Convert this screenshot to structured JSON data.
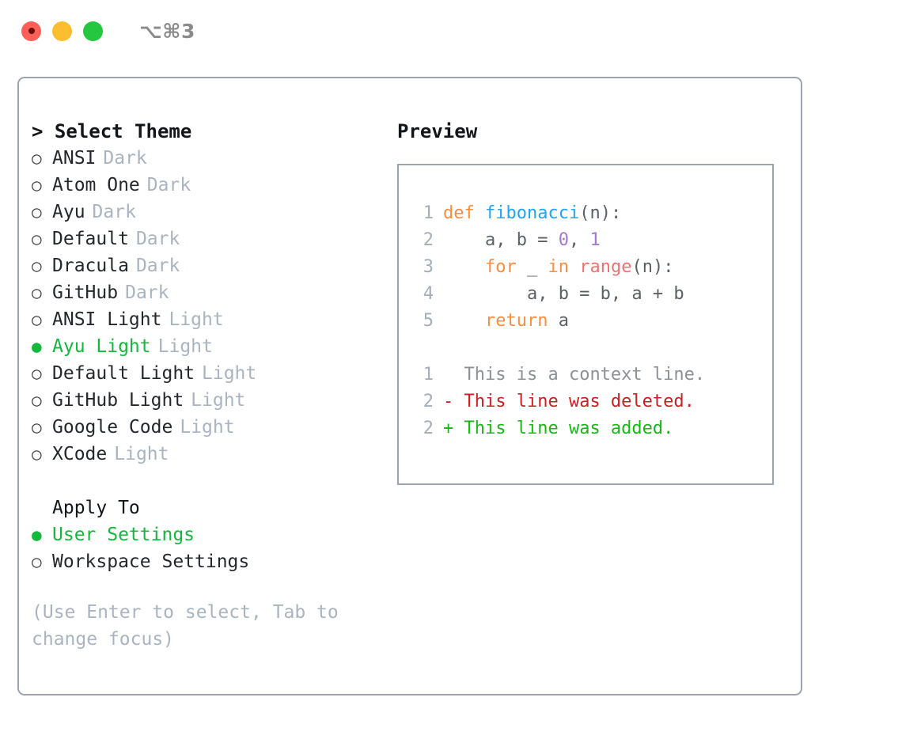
{
  "titlebar": {
    "shortcut": "⌥⌘3",
    "buttons": [
      {
        "name": "close",
        "color": "#fc5f57"
      },
      {
        "name": "minimize",
        "color": "#fcbd2e"
      },
      {
        "name": "zoom",
        "color": "#25c73f"
      }
    ]
  },
  "theme_picker": {
    "heading": "> Select Theme",
    "bullet_selected": "●",
    "bullet_unselected": "○",
    "selected_color": "#14b83c",
    "items": [
      {
        "label": "ANSI",
        "variant": "Dark",
        "selected": false
      },
      {
        "label": "Atom One",
        "variant": "Dark",
        "selected": false
      },
      {
        "label": "Ayu",
        "variant": "Dark",
        "selected": false
      },
      {
        "label": "Default",
        "variant": "Dark",
        "selected": false
      },
      {
        "label": "Dracula",
        "variant": "Dark",
        "selected": false
      },
      {
        "label": "GitHub",
        "variant": "Dark",
        "selected": false
      },
      {
        "label": "ANSI Light",
        "variant": "Light",
        "selected": false
      },
      {
        "label": "Ayu Light",
        "variant": "Light",
        "selected": true
      },
      {
        "label": "Default Light",
        "variant": "Light",
        "selected": false
      },
      {
        "label": "GitHub Light",
        "variant": "Light",
        "selected": false
      },
      {
        "label": "Google Code",
        "variant": "Light",
        "selected": false
      },
      {
        "label": "XCode",
        "variant": "Light",
        "selected": false
      }
    ]
  },
  "apply_to": {
    "heading": "Apply To",
    "items": [
      {
        "label": "User Settings",
        "selected": true
      },
      {
        "label": "Workspace Settings",
        "selected": false
      }
    ]
  },
  "hint": "(Use Enter to select, Tab to change focus)",
  "preview": {
    "heading": "Preview",
    "code_lines": [
      {
        "lineno": "1",
        "tokens": [
          {
            "text": "def ",
            "kind": "kw"
          },
          {
            "text": "fibonacci",
            "kind": "fn"
          },
          {
            "text": "(n):",
            "kind": "punc"
          }
        ]
      },
      {
        "lineno": "2",
        "tokens": [
          {
            "text": "    a, b = ",
            "kind": "plain"
          },
          {
            "text": "0",
            "kind": "num"
          },
          {
            "text": ", ",
            "kind": "plain"
          },
          {
            "text": "1",
            "kind": "num"
          }
        ]
      },
      {
        "lineno": "3",
        "tokens": [
          {
            "text": "    ",
            "kind": "plain"
          },
          {
            "text": "for",
            "kind": "kw"
          },
          {
            "text": " _ ",
            "kind": "plain"
          },
          {
            "text": "in",
            "kind": "kw"
          },
          {
            "text": " ",
            "kind": "plain"
          },
          {
            "text": "range",
            "kind": "bi"
          },
          {
            "text": "(n):",
            "kind": "punc"
          }
        ]
      },
      {
        "lineno": "4",
        "tokens": [
          {
            "text": "        a, b = b, a + b",
            "kind": "plain"
          }
        ]
      },
      {
        "lineno": "5",
        "tokens": [
          {
            "text": "    ",
            "kind": "plain"
          },
          {
            "text": "return",
            "kind": "kw"
          },
          {
            "text": " a",
            "kind": "plain"
          }
        ]
      }
    ],
    "diff_lines": [
      {
        "lineno": "1",
        "marker": "  ",
        "text": "This is a context line.",
        "kind": "ctx"
      },
      {
        "lineno": "2",
        "marker": "- ",
        "text": "This line was deleted.",
        "kind": "del"
      },
      {
        "lineno": "2",
        "marker": "+ ",
        "text": "This line was added.",
        "kind": "add"
      }
    ]
  },
  "colors": {
    "keyword": "#fa8d3e",
    "function": "#22a4f1",
    "number": "#a37acc",
    "builtin": "#f07171",
    "plain": "#5c6166",
    "diff_context": "#8c9196",
    "diff_deleted": "#cc1f1f",
    "diff_added": "#16b816",
    "muted": "#aab4c0",
    "border": "#9aa5b1"
  }
}
